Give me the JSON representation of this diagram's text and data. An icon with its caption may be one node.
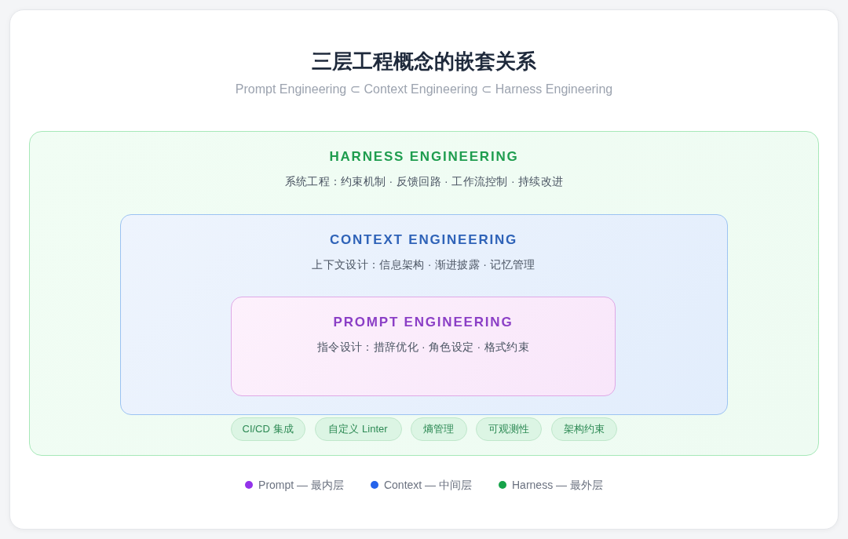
{
  "diagram": {
    "title": "三层工程概念的嵌套关系",
    "nodes": [
      {
        "text": [
          "HARNESS ENGINEERING",
          "系统工程：约束机制 · 反馈回路 · 工作流控制 · 持续改进"
        ]
      },
      {
        "text": [
          "CONTEXT ENGINEERING",
          "上下文设计：信息架构 · 渐进披露 · 记忆管理"
        ],
        "in": 0
      },
      {
        "text": [
          "PROMPT ENGINEERING",
          "指令设计：措辞优化 · 角色设定 · 格式约束"
        ],
        "in": 1
      },
      {
        "text": [
          "CI/CD 集成"
        ],
        "in": 0
      },
      {
        "text": [
          "自定义 Linter"
        ],
        "in": 0
      },
      {
        "text": [
          "熵管理"
        ],
        "in": 0
      },
      {
        "text": [
          "可观测性"
        ],
        "in": 0
      },
      {
        "text": [
          "架构约束"
        ],
        "in": 0
      }
    ],
    "labels": [
      "Prompt Engineering ⊂ Context Engineering ⊂ Harness Engineering"
    ],
    "legend": [
      {
        "text": "Prompt — 最内层",
        "color": "#9333ea"
      },
      {
        "text": "Context — 中间层",
        "color": "#2563eb"
      },
      {
        "text": "Harness — 最外层",
        "color": "#16a34a"
      }
    ]
  }
}
